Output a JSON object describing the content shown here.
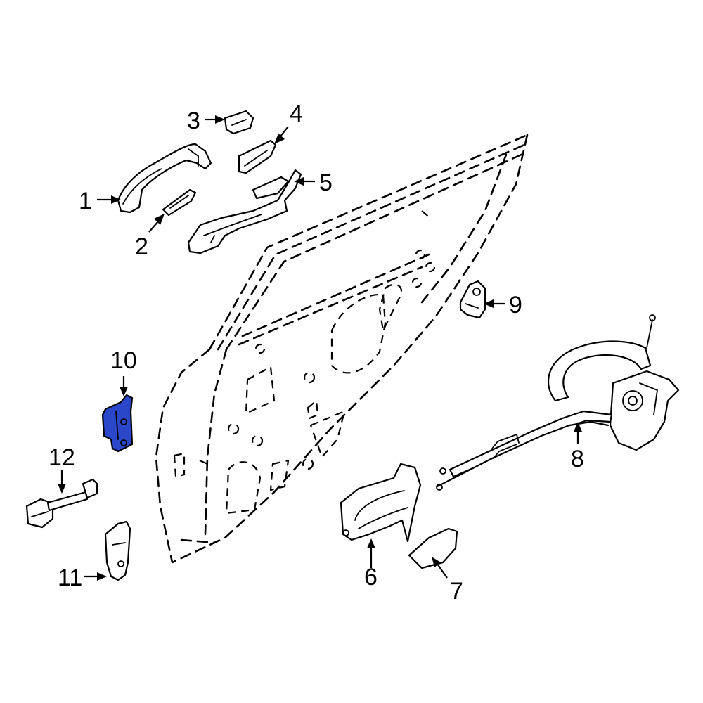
{
  "callouts": {
    "c1": "1",
    "c2": "2",
    "c3": "3",
    "c4": "4",
    "c5": "5",
    "c6": "6",
    "c7": "7",
    "c8": "8",
    "c9": "9",
    "c10": "10",
    "c11": "11",
    "c12": "12"
  },
  "colors": {
    "highlight_part": "#2b47c9",
    "line": "#000000",
    "background": "#ffffff"
  },
  "highlighted_callout": "10"
}
